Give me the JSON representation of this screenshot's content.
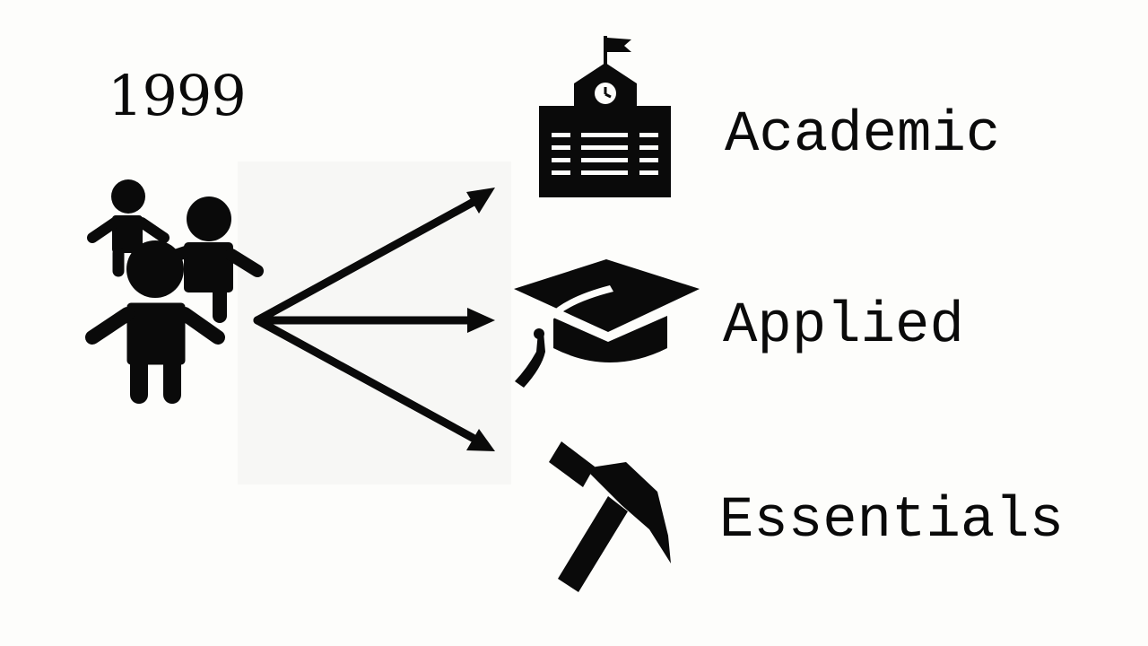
{
  "year": "1999",
  "branches": [
    {
      "label": "Academic",
      "icon": "school-building-icon"
    },
    {
      "label": "Applied",
      "icon": "graduation-cap-icon"
    },
    {
      "label": "Essentials",
      "icon": "hammer-icon"
    }
  ],
  "colors": {
    "ink": "#0a0a0a",
    "background": "#fdfdfb"
  }
}
